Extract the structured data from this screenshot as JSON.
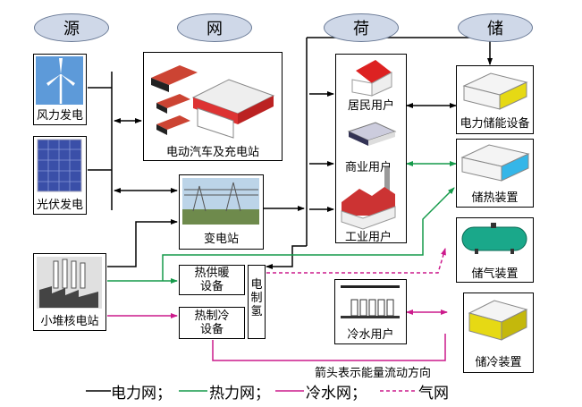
{
  "headers": {
    "source": "源",
    "grid": "网",
    "load": "荷",
    "storage": "储"
  },
  "labels": {
    "wind": "风力发电",
    "pv": "光伏发电",
    "ev": "电动汽车及充电站",
    "substation": "变电站",
    "nuclear": "小堆核电站",
    "heating": "热供暖\n设备",
    "cooling": "热制冷\n设备",
    "h2": "电\n制\n氢",
    "resident": "居民用户",
    "commercial": "商业用户",
    "industrial": "工业用户",
    "coolUser": "冷水用户",
    "elecStore": "电力储能设备",
    "heatStore": "储热装置",
    "gasStore": "储气装置",
    "coldStore": "储冷装置"
  },
  "note": "箭头表示能量流动方向",
  "legend": {
    "power": "电力网；",
    "heat": "热力网；",
    "cold": "冷水网；",
    "gas": "气网"
  },
  "colors": {
    "power": "#000000",
    "heat": "#159a4a",
    "cold": "#cc1a8c",
    "gas": "#cc1a8c"
  }
}
